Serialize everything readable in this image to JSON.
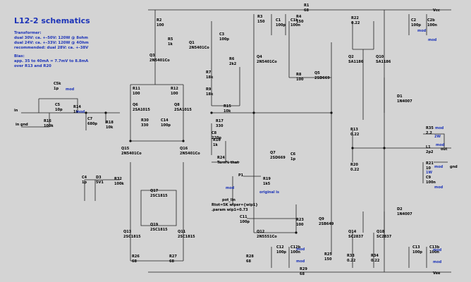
{
  "title": "L12-2 schematics",
  "notes": {
    "transformer_heading": "Transformer:",
    "transformer_lines": [
      "dual 30V: ca. +-50V: 120W @ 8ohm",
      "dual 24V: ca. +-33V: 120W @ 4Ohm",
      "recommended: dual 28V: ca. +-38V"
    ],
    "bias_heading": "Bias:",
    "bias_lines": [
      "app. 35 to 40mA = 7.7mV to 8.8mA",
      "over R13 and R20"
    ]
  },
  "ports": {
    "in": "in",
    "in_gnd": "in gnd",
    "vcc": "Vcc",
    "vee": "Vee",
    "out": "out",
    "gnd": "gnd"
  },
  "pot": {
    "label": "pot_lin",
    "rtot": "Rtot=5K wiper={wip1}",
    "param": ".param wip1=0.73",
    "p1": "P1"
  },
  "mod_tag": "mod",
  "components": [
    {
      "id": "R1",
      "value": "68"
    },
    {
      "id": "R2",
      "value": "100"
    },
    {
      "id": "R3",
      "value": "150"
    },
    {
      "id": "R4",
      "value": "150"
    },
    {
      "id": "R5",
      "value": "1k"
    },
    {
      "id": "R6",
      "value": "2k2"
    },
    {
      "id": "R7",
      "value": "18k"
    },
    {
      "id": "R8",
      "value": "100"
    },
    {
      "id": "R9",
      "value": "18k"
    },
    {
      "id": "R10",
      "value": "1k"
    },
    {
      "id": "R11",
      "value": "100"
    },
    {
      "id": "R12",
      "value": "100"
    },
    {
      "id": "R13",
      "value": "0.22"
    },
    {
      "id": "R14",
      "value": "1k"
    },
    {
      "id": "R15",
      "value": "10k"
    },
    {
      "id": "R16",
      "value": "100k"
    },
    {
      "id": "R17",
      "value": "330"
    },
    {
      "id": "R18",
      "value": "10k"
    },
    {
      "id": "R19",
      "value": "1k5"
    },
    {
      "id": "R20",
      "value": "0.22"
    },
    {
      "id": "R21",
      "value": "10"
    },
    {
      "id": "R22",
      "value": "0.22"
    },
    {
      "id": "R23",
      "value": "100"
    },
    {
      "id": "R25",
      "value": "150"
    },
    {
      "id": "R26",
      "value": "68"
    },
    {
      "id": "R27",
      "value": "68"
    },
    {
      "id": "R28",
      "value": "68"
    },
    {
      "id": "R29",
      "value": "68"
    },
    {
      "id": "R30",
      "value": "330"
    },
    {
      "id": "R32",
      "value": "100k"
    },
    {
      "id": "R33",
      "value": "0.22"
    },
    {
      "id": "R34",
      "value": "0.22"
    },
    {
      "id": "R35",
      "value": "2.2"
    },
    {
      "id": "R24",
      "value": "Tern% that"
    },
    {
      "id": "C1",
      "value": "100p"
    },
    {
      "id": "C1b",
      "value": "100n"
    },
    {
      "id": "C2",
      "value": "100p"
    },
    {
      "id": "C2b",
      "value": "100n"
    },
    {
      "id": "C3",
      "value": "100p"
    },
    {
      "id": "C4",
      "value": "1p"
    },
    {
      "id": "C5",
      "value": "10p"
    },
    {
      "id": "C5k",
      "value": "1p"
    },
    {
      "id": "C6",
      "value": "1p"
    },
    {
      "id": "C7",
      "value": "680p"
    },
    {
      "id": "C8",
      "value": "220p"
    },
    {
      "id": "C9",
      "value": "100n"
    },
    {
      "id": "C11",
      "value": "100p"
    },
    {
      "id": "C12",
      "value": "100p"
    },
    {
      "id": "C12b",
      "value": "100n"
    },
    {
      "id": "C13",
      "value": "100p"
    },
    {
      "id": "C13b",
      "value": "100n"
    },
    {
      "id": "C14",
      "value": "100p"
    },
    {
      "id": "Q1",
      "value": "2N5401Co"
    },
    {
      "id": "Q2",
      "value": "SA1186"
    },
    {
      "id": "Q3",
      "value": "2N5401Co"
    },
    {
      "id": "Q4",
      "value": "2N5401Co"
    },
    {
      "id": "Q5",
      "value": "2SD669"
    },
    {
      "id": "Q6",
      "value": "2SA1015"
    },
    {
      "id": "Q7",
      "value": "2SD669"
    },
    {
      "id": "Q8",
      "value": "2SA1015"
    },
    {
      "id": "Q9",
      "value": "2SB649"
    },
    {
      "id": "Q10",
      "value": "SA1186"
    },
    {
      "id": "Q11",
      "value": "2SC1815"
    },
    {
      "id": "Q12",
      "value": "2N5551Co"
    },
    {
      "id": "Q13",
      "value": "2SC1815"
    },
    {
      "id": "Q14",
      "value": "SC2837"
    },
    {
      "id": "Q15",
      "value": "2N5401Co"
    },
    {
      "id": "Q16",
      "value": "2N5401Co"
    },
    {
      "id": "Q17",
      "value": "2SC1815"
    },
    {
      "id": "Q18",
      "value": "SC2837"
    },
    {
      "id": "Q19",
      "value": "2SC1815"
    },
    {
      "id": "D1",
      "value": "1N4007"
    },
    {
      "id": "D2",
      "value": "1N4007"
    },
    {
      "id": "D3",
      "value": "5V1"
    },
    {
      "id": "L1",
      "value": "2p2"
    }
  ],
  "extras": {
    "r21_power": "1W",
    "r35_power": "2W",
    "r19_tag": "original is"
  }
}
